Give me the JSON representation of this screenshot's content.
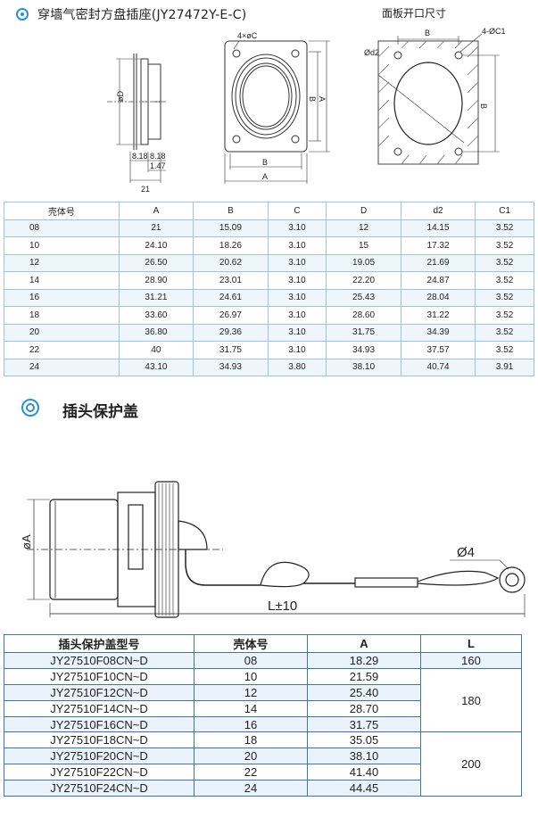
{
  "section1": {
    "title": "穿墙气密封方盘插座(JY27472Y-E-C)",
    "panel_title": "面板开口尺寸",
    "drawing_labels": {
      "phiD": "øD",
      "dim_818_a": "8.18",
      "dim_818_b": "8.18",
      "dim_147": "1.47",
      "dim_21": "21",
      "holes_c": "4×øC",
      "B": "B",
      "A": "A",
      "panel_d2": "Ød2",
      "panel_B_top": "B",
      "panel_c1": "4-ØC1",
      "panel_B_side": "B"
    },
    "table": {
      "headers": [
        "壳体号",
        "A",
        "B",
        "C",
        "D",
        "d2",
        "C1"
      ],
      "rows": [
        [
          "08",
          "21",
          "15.09",
          "3.10",
          "12",
          "14.15",
          "3.52"
        ],
        [
          "10",
          "24.10",
          "18.26",
          "3.10",
          "15",
          "17.32",
          "3.52"
        ],
        [
          "12",
          "26.50",
          "20.62",
          "3.10",
          "19.05",
          "21.69",
          "3.52"
        ],
        [
          "14",
          "28.90",
          "23.01",
          "3.10",
          "22.20",
          "24.87",
          "3.52"
        ],
        [
          "16",
          "31.21",
          "24.61",
          "3.10",
          "25.43",
          "28.04",
          "3.52"
        ],
        [
          "18",
          "33.60",
          "26.97",
          "3.10",
          "28.60",
          "31.22",
          "3.52"
        ],
        [
          "20",
          "36.80",
          "29.36",
          "3.10",
          "31.75",
          "34.39",
          "3.52"
        ],
        [
          "22",
          "40",
          "31.75",
          "3.10",
          "34.93",
          "37.57",
          "3.52"
        ],
        [
          "24",
          "43.10",
          "34.93",
          "3.80",
          "38.10",
          "40.74",
          "3.91"
        ]
      ]
    }
  },
  "section2": {
    "title": "插头保护盖",
    "drawing_labels": {
      "phiA": "øA",
      "phi4": "Ø4",
      "L": "L±10"
    },
    "table": {
      "headers": [
        "插头保护盖型号",
        "壳体号",
        "A",
        "L"
      ],
      "rows": [
        [
          "JY27510F08CN~D",
          "08",
          "18.29"
        ],
        [
          "JY27510F10CN~D",
          "10",
          "21.59"
        ],
        [
          "JY27510F12CN~D",
          "12",
          "25.40"
        ],
        [
          "JY27510F14CN~D",
          "14",
          "28.70"
        ],
        [
          "JY27510F16CN~D",
          "16",
          "31.75"
        ],
        [
          "JY27510F18CN~D",
          "18",
          "35.05"
        ],
        [
          "JY27510F20CN~D",
          "20",
          "38.10"
        ],
        [
          "JY27510F22CN~D",
          "22",
          "41.40"
        ],
        [
          "JY27510F24CN~D",
          "24",
          "44.45"
        ]
      ],
      "L_values": [
        "160",
        "180",
        "200"
      ]
    }
  },
  "colors": {
    "accent": "#2a8fd6",
    "table_border": "#9cc3e0",
    "table2_border": "#3f75a8"
  }
}
